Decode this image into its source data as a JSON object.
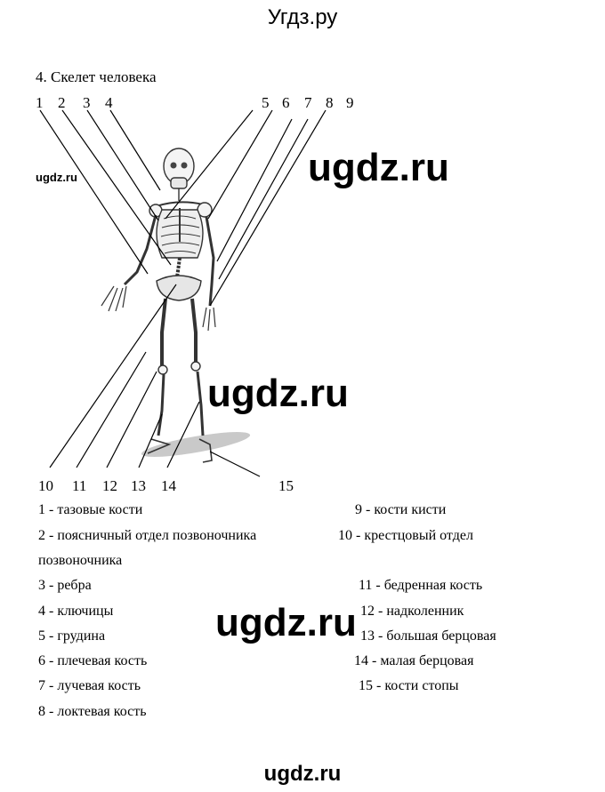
{
  "header": {
    "site_title": "Угдз.ру"
  },
  "task": {
    "title": "4.  Скелет человека"
  },
  "top_numbers": [
    "1",
    "2",
    "3",
    "4",
    "5",
    "6",
    "7",
    "8",
    "9"
  ],
  "bottom_numbers": [
    "10",
    "11",
    "12",
    "13",
    "14",
    "15"
  ],
  "legend_left": [
    "1 -  тазовые кости",
    "2 -  поясничный отдел позвоночника",
    "позвоночника",
    "3 - ребра",
    "4 - ключицы",
    "5 - грудина",
    "6 - плечевая кость",
    "7 - лучевая кость",
    "8 - локтевая кость"
  ],
  "legend_right": [
    "9 - кости кисти",
    "10 - крестцовый отдел",
    "11 - бедренная кость",
    "12 - надколенник",
    "13 - большая берцовая",
    "14 - малая берцовая",
    "15 - кости стопы"
  ],
  "watermarks": {
    "big": "ugdz.ru",
    "small": "ugdz.ru",
    "footer": "ugdz.ru"
  }
}
